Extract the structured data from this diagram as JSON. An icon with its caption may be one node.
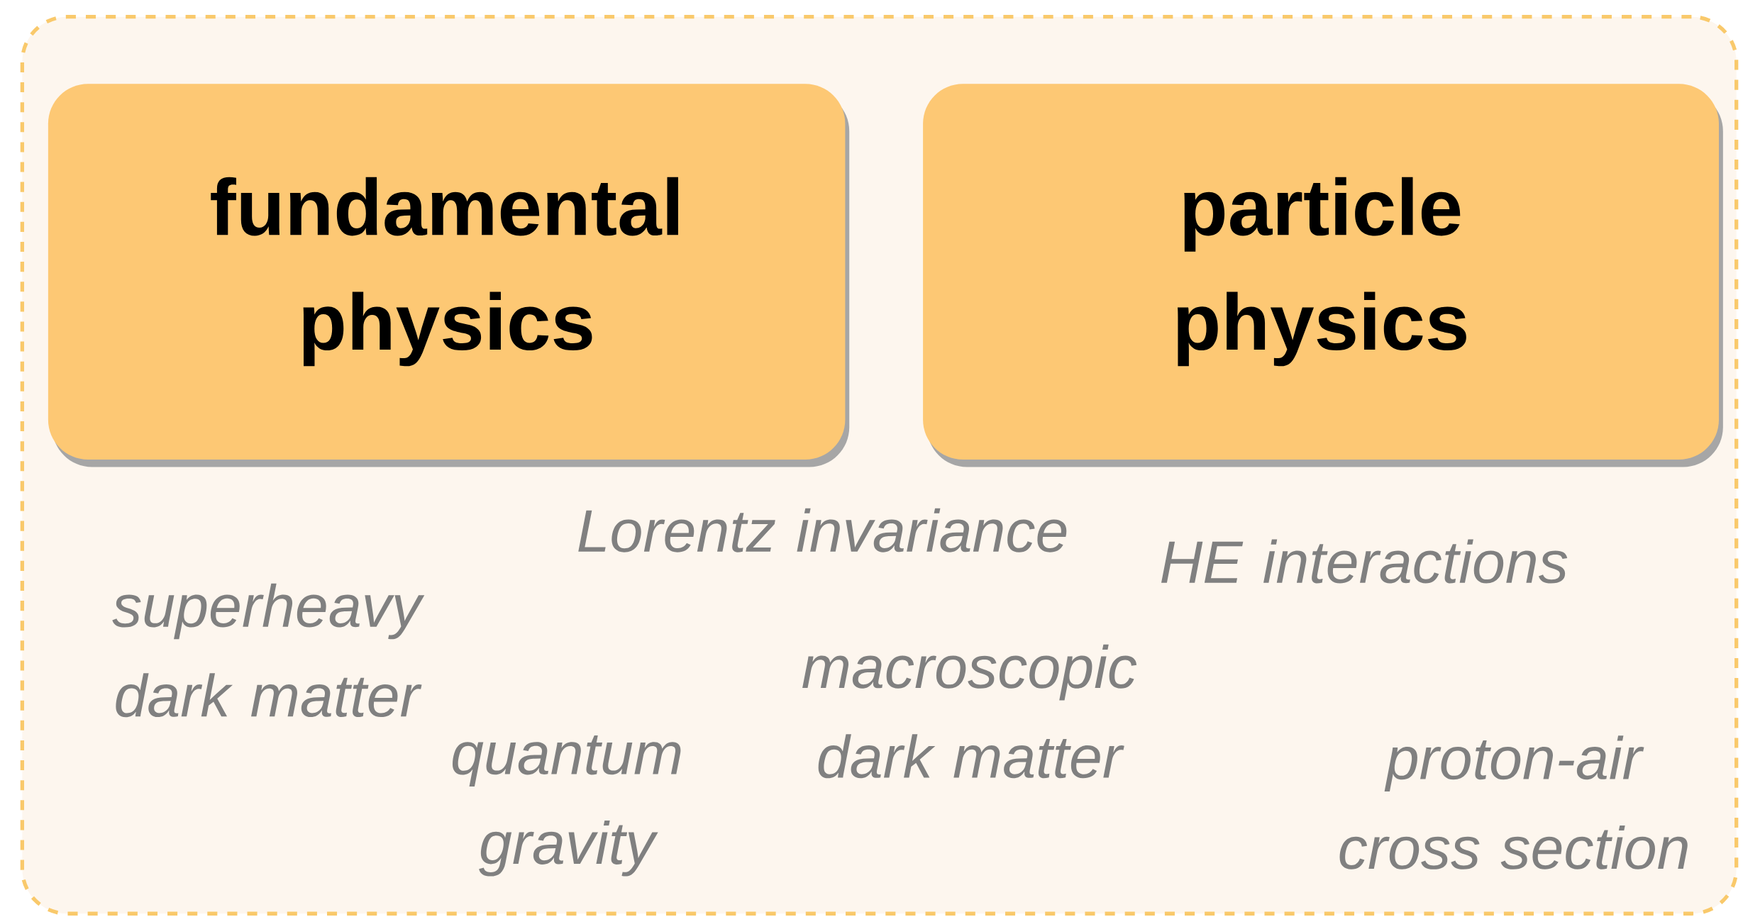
{
  "diagram": {
    "nodes": [
      {
        "text": [],
        "shape": "box"
      },
      {
        "text": [
          "fundamental physics"
        ],
        "in": 0
      },
      {
        "text": [
          "particle physics"
        ],
        "in": 0
      }
    ],
    "labels": [
      "Lorentz invariance",
      "HE interactions",
      "superheavy dark matter",
      "macroscopic dark matter",
      "quantum gravity",
      "proton-air cross section"
    ]
  }
}
